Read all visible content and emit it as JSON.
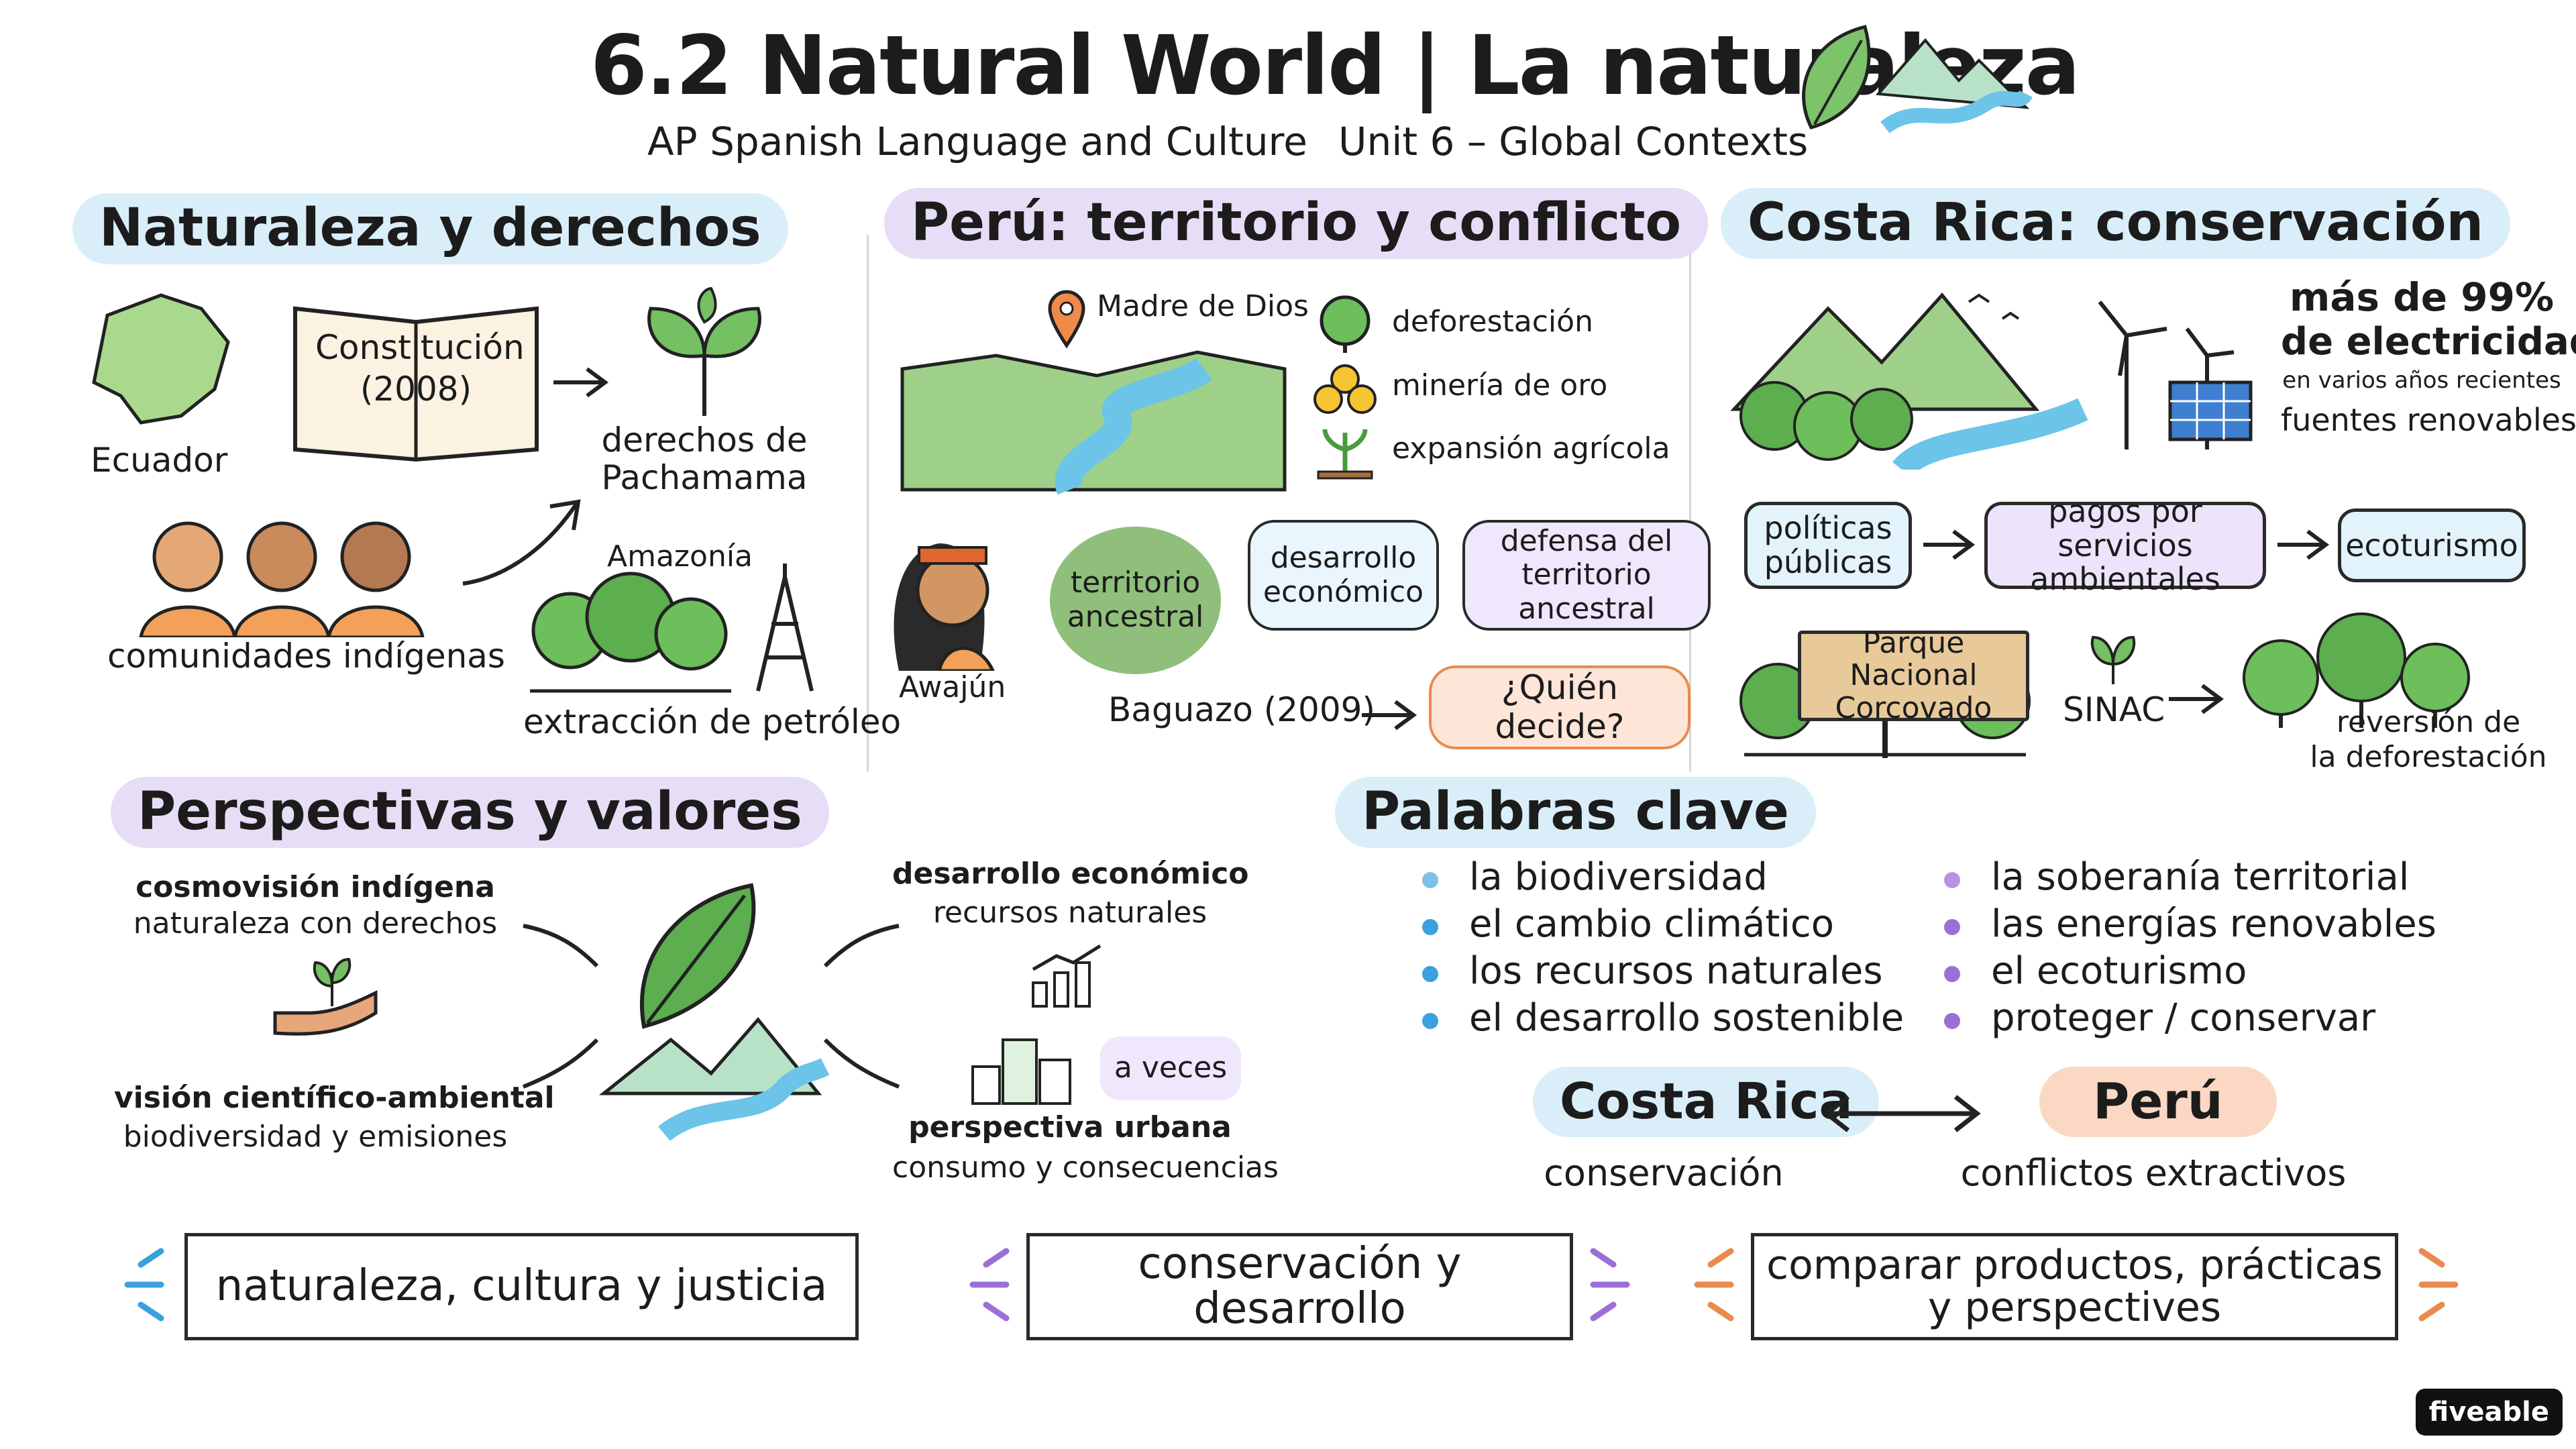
{
  "header": {
    "title": "6.2 Natural World | La naturaleza",
    "subtitle_course": "AP Spanish Language and Culture",
    "subtitle_unit": "Unit 6 – Global Contexts"
  },
  "sections": {
    "naturaleza": {
      "title": "Naturaleza y derechos",
      "ecuador": "Ecuador",
      "constitucion": "Constitución",
      "constitucion_year": "(2008)",
      "derechos_1": "derechos de",
      "derechos_2": "Pachamama",
      "comunidades": "comunidades indígenas",
      "amazonia": "Amazonía",
      "extraccion": "extracción de petróleo"
    },
    "peru": {
      "title": "Perú: territorio y conflicto",
      "madre": "Madre de Dios",
      "threats": [
        "deforestación",
        "minería de oro",
        "expansión agrícola"
      ],
      "awajun": "Awajún",
      "territorio_1": "territorio",
      "territorio_2": "ancestral",
      "desarrollo_1": "desarrollo",
      "desarrollo_2": "económico",
      "defensa_1": "defensa del",
      "defensa_2": "territorio ancestral",
      "baguazo": "Baguazo (2009)",
      "quien": "¿Quién decide?"
    },
    "costarica": {
      "title": "Costa Rica: conservación",
      "mas": "más de 99%",
      "electricidad": "de electricidad",
      "recientes": "en varios años recientes",
      "fuentes": "fuentes renovables",
      "politicas_1": "políticas",
      "politicas_2": "públicas",
      "pagos_1": "pagos por servicios",
      "pagos_2": "ambientales",
      "ecoturismo": "ecoturismo",
      "parque_1": "Parque Nacional",
      "parque_2": "Corcovado",
      "sinac": "SINAC",
      "reversion_1": "reversión de",
      "reversion_2": "la deforestación"
    },
    "perspectivas": {
      "title": "Perspectivas y valores",
      "cosmo_1": "cosmovisión indígena",
      "cosmo_2": "naturaleza con derechos",
      "vision_1": "visión científico-ambiental",
      "vision_2": "biodiversidad y emisiones",
      "desarrollo_1": "desarrollo económico",
      "desarrollo_2": "recursos naturales",
      "a_veces": "a veces",
      "urbana_1": "perspectiva urbana",
      "urbana_2": "consumo y consecuencias"
    },
    "palabras": {
      "title": "Palabras clave",
      "col1": [
        "la biodiversidad",
        "el cambio climático",
        "los recursos naturales",
        "el desarrollo sostenible"
      ],
      "col2": [
        "la soberanía territorial",
        "las energías renovables",
        "el ecoturismo",
        "proteger / conservar"
      ],
      "cr": "Costa Rica",
      "cr_sub": "conservación",
      "pe": "Perú",
      "pe_sub": "conflictos extractivos"
    }
  },
  "footer": {
    "box1": "naturaleza, cultura y justicia",
    "box2": "conservación y desarrollo",
    "box3_1": "comparar productos, prácticas",
    "box3_2": "y perspectives",
    "brand": "fiveable"
  },
  "colors": {
    "blue_pill": "#d9eef9",
    "purple_pill": "#e7ddf6",
    "blue_dot": "#3aa0e0",
    "purple_dot": "#9b6fd6",
    "orange": "#e98a4f",
    "green": "#5cae4f",
    "river": "#6cc4e8"
  }
}
